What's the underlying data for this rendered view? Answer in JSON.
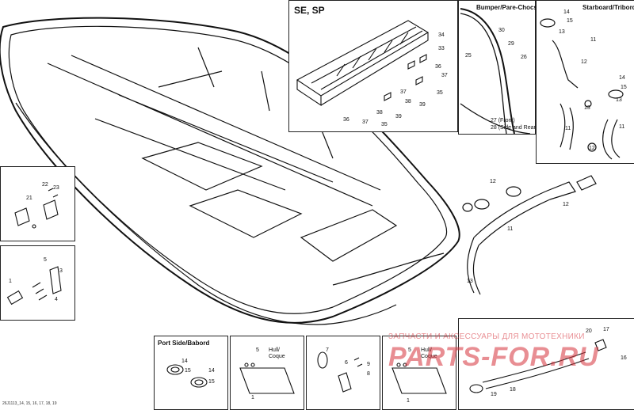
{
  "insets": {
    "se_sp": {
      "title": "SE, SP"
    },
    "bumper": {
      "title": "Bumper/Pare-Chocs",
      "front_note": "27 (Front)",
      "side_note": "28 (Side and Rear)"
    },
    "starboard": {
      "title": "Starboard/Tribord"
    },
    "port": {
      "title": "Port Side/Babord"
    },
    "hull_a": {
      "hull_label": "Hull/",
      "coque_label": "Coque"
    },
    "hull_b": {
      "hull_label": "Hull/",
      "coque_label": "Coque"
    }
  },
  "callouts": {
    "se_sp": [
      "34",
      "33",
      "36",
      "37",
      "35",
      "37",
      "38",
      "39",
      "36",
      "37",
      "35",
      "38",
      "39"
    ],
    "bumper": [
      "30",
      "29",
      "25",
      "26"
    ],
    "starboard": [
      "14",
      "15",
      "13",
      "11",
      "12",
      "14",
      "15",
      "13",
      "11",
      "11",
      "12",
      "13",
      "12",
      "12",
      "11",
      "13"
    ],
    "left_a": [
      "22",
      "23",
      "21"
    ],
    "left_b": [
      "5",
      "3",
      "1",
      "4"
    ],
    "port": [
      "14",
      "15",
      "14",
      "15"
    ],
    "hull_a": [
      "5",
      "1"
    ],
    "hull_b": [
      "7",
      "6",
      "9",
      "8",
      "5"
    ],
    "bottom_right": [
      "20",
      "17",
      "16",
      "19",
      "18"
    ],
    "last_row": [
      "1"
    ]
  },
  "watermark": {
    "line1": "ЗАПЧАСТИ И АКСЕССУАРЫ ДЛЯ МОТОТЕХНИКИ",
    "line2": "PARTS-FOR.RU"
  },
  "ref_code": "26J1113_14, 15, 16, 17, 18, 19"
}
